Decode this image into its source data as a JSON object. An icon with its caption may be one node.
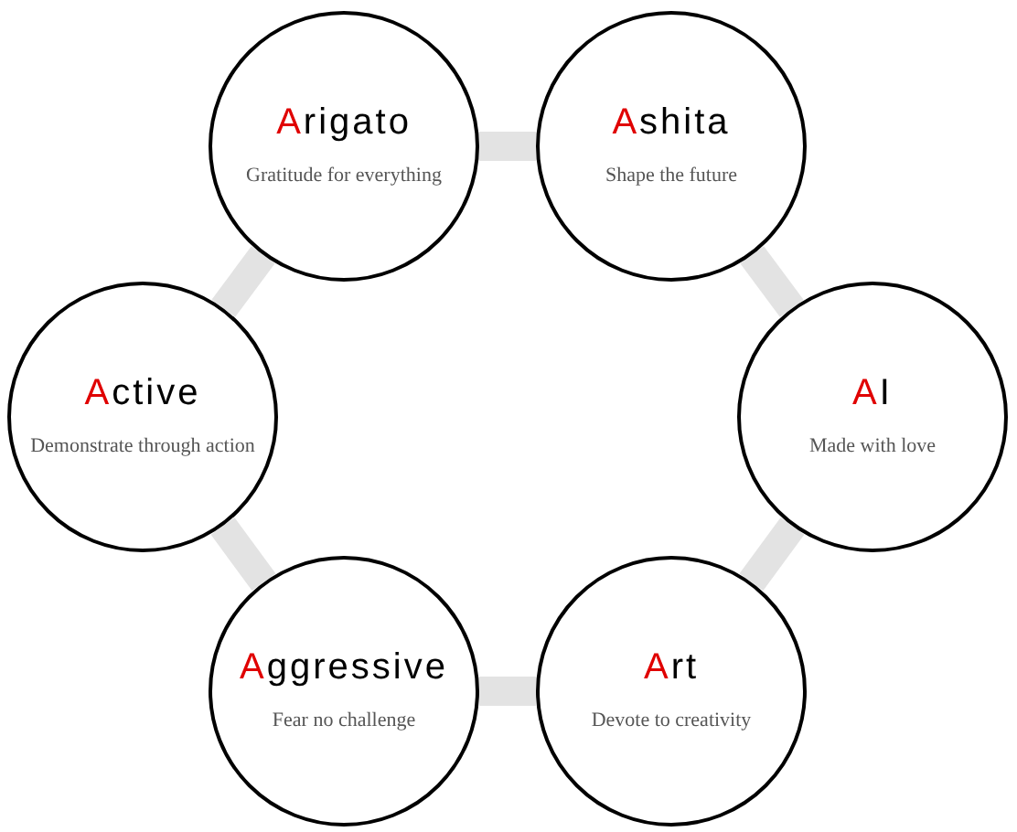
{
  "diagram": {
    "nodes": [
      {
        "text": [
          "Arigato",
          "Gratitude for everything"
        ]
      },
      {
        "text": [
          "Ashita",
          "Shape the future"
        ]
      },
      {
        "text": [
          "Active",
          "Demonstrate through action"
        ]
      },
      {
        "text": [
          "AI",
          "Made with love"
        ]
      },
      {
        "text": [
          "Aggressive",
          "Fear no challenge"
        ]
      },
      {
        "text": [
          "Art",
          "Devote to creativity"
        ]
      }
    ],
    "edges": [
      {
        "from": 0,
        "to": 1,
        "arrow": "none"
      },
      {
        "from": 1,
        "to": 3,
        "arrow": "none"
      },
      {
        "from": 3,
        "to": 5,
        "arrow": "none"
      },
      {
        "from": 5,
        "to": 4,
        "arrow": "none"
      },
      {
        "from": 4,
        "to": 2,
        "arrow": "none"
      },
      {
        "from": 2,
        "to": 0,
        "arrow": "none"
      }
    ]
  }
}
